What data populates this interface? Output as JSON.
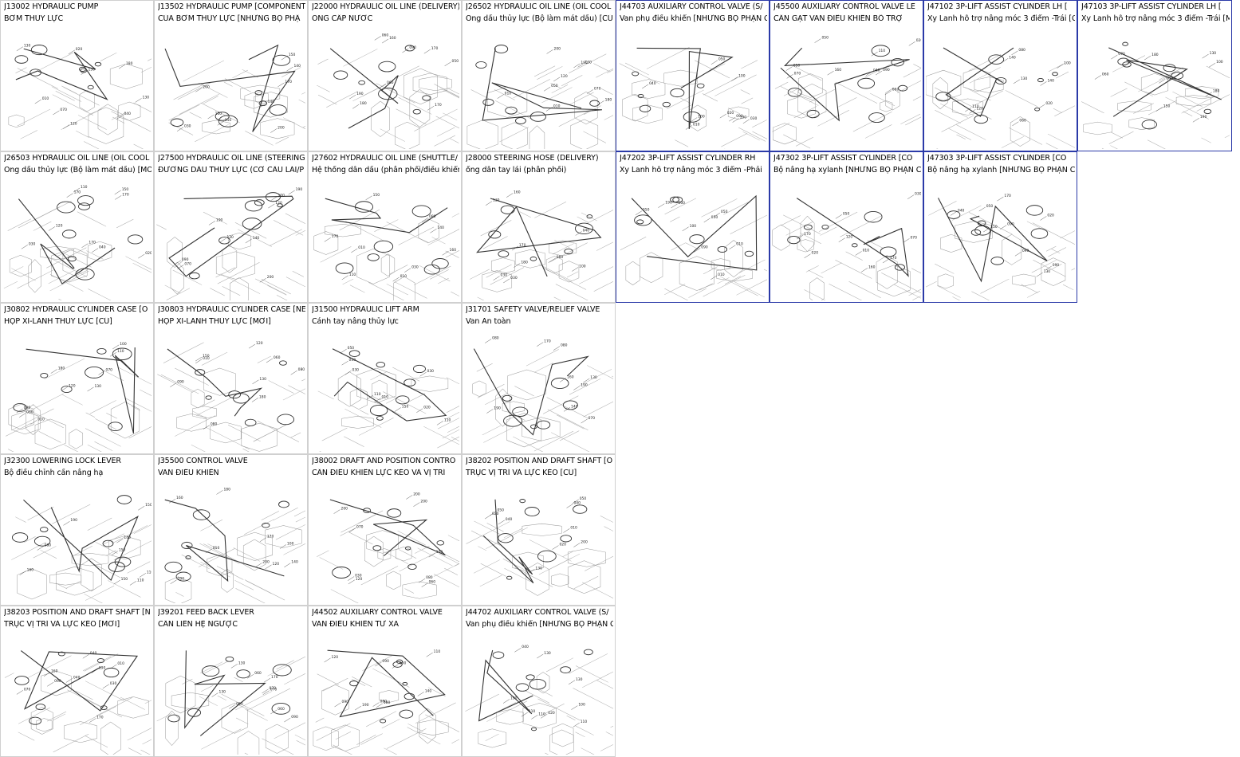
{
  "catalog": {
    "tiles": [
      {
        "code": "J13002",
        "title": "J13002 HYDRAULIC PUMP",
        "subtitle": "BƠM THỦY LỰC",
        "icon": "hydraulic-pump-diagram"
      },
      {
        "code": "J13502",
        "title": "J13502 HYDRAULIC PUMP [COMPONENT",
        "subtitle": "CỦA BƠM THỦY LỰC [NHỮNG BỘ PHẬ",
        "icon": "pump-components-diagram"
      },
      {
        "code": "J22000",
        "title": "J22000 HYDRAULIC OIL LINE (DELIVERY)",
        "subtitle": "ỐNG CẤP NƯỚC",
        "icon": "oil-line-diagram"
      },
      {
        "code": "J26502",
        "title": "J26502 HYDRAULIC OIL LINE (OIL COOL",
        "subtitle": "Ống dầu thủy lực (Bộ làm mát dầu) [CŨ]",
        "icon": "oil-cooler-line-diagram"
      },
      {
        "code": "J44703",
        "title": "J44703 AUXILIARY CONTROL VALVE (S/",
        "subtitle": "Van phụ điều khiển [NHỮNG BỘ PHẬN C",
        "icon": "aux-control-valve-diagram"
      },
      {
        "code": "J45500",
        "title": "J45500 AUXILIARY CONTROL VALVE LE",
        "subtitle": "CẦN GẠT VAN ĐIỀU KHIỂN BỔ TRỢ",
        "icon": "aux-valve-lever-diagram"
      },
      {
        "code": "J47102",
        "title": "J47102 3P-LIFT ASSIST CYLINDER LH [",
        "subtitle": "Xy Lanh hỗ trợ nâng móc 3 điểm -Trái [C",
        "icon": "lift-assist-cylinder-diagram"
      },
      {
        "code": "J47103",
        "title": "J47103 3P-LIFT ASSIST CYLINDER LH [",
        "subtitle": "Xy Lanh hỗ trợ nâng móc 3 điểm -Trái [M",
        "icon": "lift-assist-cylinder-diagram"
      },
      {
        "code": "J26503",
        "title": "J26503 HYDRAULIC OIL LINE (OIL COOL",
        "subtitle": "Ống dầu thủy lực (Bộ làm mát dầu) [MỚI]",
        "icon": "oil-cooler-line-diagram"
      },
      {
        "code": "J27500",
        "title": "J27500 HYDRAULIC OIL LINE (STEERING",
        "subtitle": "ĐƯỜNG DẦU THỦY LỰC (CƠ CẤU LÁI/P",
        "icon": "steering-oil-line-diagram"
      },
      {
        "code": "J27602",
        "title": "J27602 HYDRAULIC OIL LINE (SHUTTLE/",
        "subtitle": "Hệ thống dẫn dầu (phân phối/điều khiển",
        "icon": "shuttle-oil-line-diagram"
      },
      {
        "code": "J28000",
        "title": "J28000 STEERING HOSE (DELIVERY)",
        "subtitle": "ống dẫn tay lái (phân phối)",
        "icon": "steering-hose-diagram"
      },
      {
        "code": "J47202",
        "title": "J47202 3P-LIFT ASSIST CYLINDER RH",
        "subtitle": "Xy Lanh hỗ trợ nâng móc 3 điểm -Phải",
        "icon": "lift-assist-cylinder-diagram"
      },
      {
        "code": "J47302",
        "title": "J47302 3P-LIFT ASSIST CYLINDER [CO",
        "subtitle": "Bộ nâng hạ xylanh [NHỮNG BỘ PHẬN CẤ",
        "icon": "cylinder-components-diagram"
      },
      {
        "code": "J47303",
        "title": "J47303 3P-LIFT ASSIST CYLINDER [CO",
        "subtitle": "Bộ nâng hạ xylanh [NHỮNG BỘ PHẬN CẤ",
        "icon": "cylinder-components-diagram"
      },
      {
        "code": "J30802",
        "title": "J30802 HYDRAULIC CYLINDER CASE [O",
        "subtitle": "HỘP XI-LANH THỦY LỰC [CŨ]",
        "icon": "cylinder-case-diagram"
      },
      {
        "code": "J30803",
        "title": "J30803 HYDRAULIC CYLINDER CASE [NE",
        "subtitle": "HỘP XI-LANH THỦY LỰC [MỚI]",
        "icon": "cylinder-case-diagram"
      },
      {
        "code": "J31500",
        "title": "J31500 HYDRAULIC LIFT ARM",
        "subtitle": "Cánh tay nâng thủy lực",
        "icon": "lift-arm-diagram"
      },
      {
        "code": "J31701",
        "title": "J31701 SAFETY VALVE/RELIEF VALVE",
        "subtitle": "Van An toàn",
        "icon": "safety-valve-diagram"
      },
      {
        "code": "J32300",
        "title": "J32300 LOWERING LOCK LEVER",
        "subtitle": "Bộ điều chỉnh cần nâng hạ",
        "icon": "lowering-lock-lever-diagram"
      },
      {
        "code": "J35500",
        "title": "J35500 CONTROL VALVE",
        "subtitle": "VAN ĐIỀU KHIỂN",
        "icon": "control-valve-diagram"
      },
      {
        "code": "J38002",
        "title": "J38002 DRAFT AND POSITION CONTRO",
        "subtitle": "CẦN ĐIỀU KHIỂN LỰC KÉO VÀ VỊ TRÍ",
        "icon": "draft-position-control-diagram"
      },
      {
        "code": "J38202",
        "title": "J38202 POSITION AND DRAFT SHAFT [O",
        "subtitle": "TRỤC VỊ TRÍ VÀ LỰC KÉO [CŨ]",
        "icon": "draft-shaft-diagram"
      },
      {
        "code": "J38203",
        "title": "J38203 POSITION AND DRAFT SHAFT [N",
        "subtitle": "TRỤC VỊ TRÍ VÀ LỰC KÉO [MỚI]",
        "icon": "draft-shaft-diagram"
      },
      {
        "code": "J39201",
        "title": "J39201 FEED BACK LEVER",
        "subtitle": "CẦN LIÊN HỆ NGƯỢC",
        "icon": "feedback-lever-diagram"
      },
      {
        "code": "J44502",
        "title": "J44502 AUXILIARY CONTROL VALVE",
        "subtitle": "VAN ĐIỀU KHIỂN TỪ XA",
        "icon": "aux-control-valve-diagram"
      },
      {
        "code": "J44702",
        "title": "J44702 AUXILIARY CONTROL VALVE (S/",
        "subtitle": "Van phụ điều khiển [NHỮNG BỘ PHẬN C",
        "icon": "aux-control-valve-diagram"
      }
    ]
  },
  "colors": {
    "selected_border": "#2b3aa8",
    "border": "#d0d0d0",
    "line": "#333333"
  }
}
